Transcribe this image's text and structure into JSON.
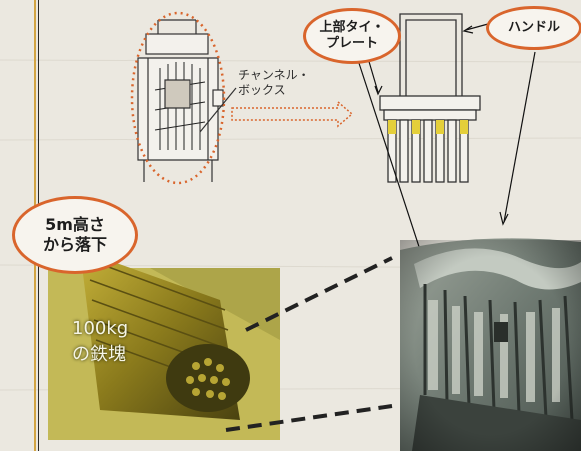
{
  "diagram": {
    "callouts": {
      "upper_tie_plate": "上部タイ・\nプレート",
      "handle": "ハンドル",
      "drop_height": "5m高さ\nから落下"
    },
    "labels": {
      "channel_box": "チャンネル・\nボックス"
    },
    "weight_object": "100kg\nの鉄塊"
  },
  "colors": {
    "callout_border": "#d9652c",
    "accent_line": "#d2a443",
    "bar_metal": "#8a7a1c"
  }
}
